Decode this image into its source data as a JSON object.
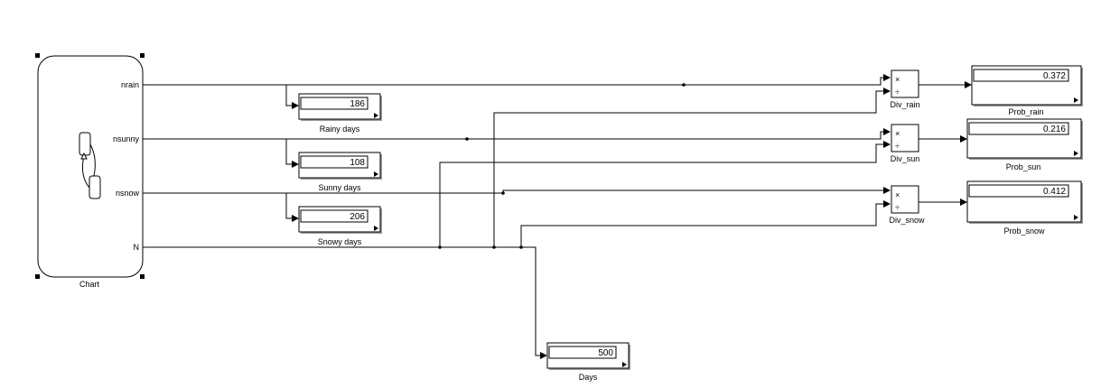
{
  "chart_block": {
    "label": "Chart",
    "ports": [
      "nrain",
      "nsunny",
      "nsnow",
      "N"
    ]
  },
  "displays": {
    "rainy": {
      "label": "Rainy days",
      "value": "186"
    },
    "sunny": {
      "label": "Sunny days",
      "value": "108"
    },
    "snowy": {
      "label": "Snowy days",
      "value": "206"
    },
    "days": {
      "label": "Days",
      "value": "500"
    }
  },
  "dividers": {
    "rain": {
      "label": "Div_rain",
      "op_mul": "×",
      "op_div": "÷"
    },
    "sun": {
      "label": "Div_sun",
      "op_mul": "×",
      "op_div": "÷"
    },
    "snow": {
      "label": "Div_snow",
      "op_mul": "×",
      "op_div": "÷"
    }
  },
  "probabilities": {
    "rain": {
      "label": "Prob_rain",
      "value": "0.372"
    },
    "sun": {
      "label": "Prob_sun",
      "value": "0.216"
    },
    "snow": {
      "label": "Prob_snow",
      "value": "0.412"
    }
  }
}
